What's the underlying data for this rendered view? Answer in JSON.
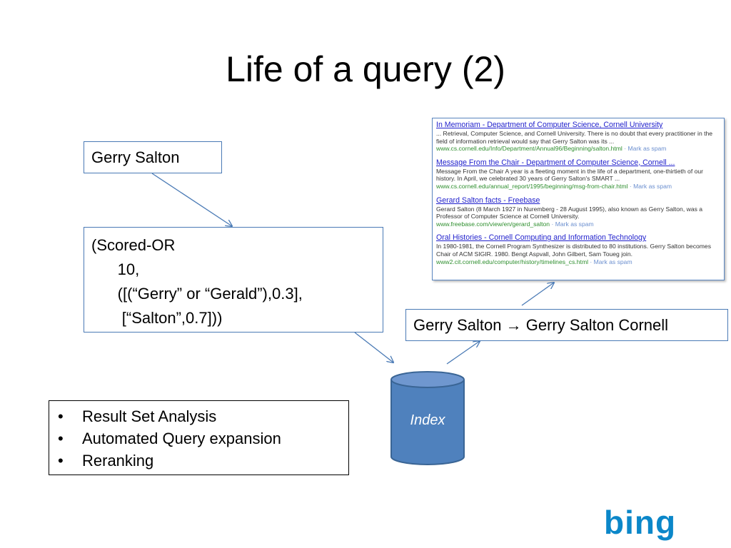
{
  "slide": {
    "title": "Life of a query (2)"
  },
  "query": {
    "text": "Gerry Salton"
  },
  "scored_or": {
    "lines": [
      "(Scored-OR",
      "      10,",
      "      ([(“Gerry” or “Gerald”),0.3],",
      "       [“Salton”,0.7]))"
    ]
  },
  "expansion": {
    "from": "Gerry Salton",
    "arrow": "→",
    "to": "Gerry Salton Cornell"
  },
  "index": {
    "label": "Index",
    "color": "#4f81bd"
  },
  "bullets": {
    "items": [
      "Result Set Analysis",
      "Automated Query expansion",
      "Reranking"
    ],
    "marker": "•"
  },
  "search_results": [
    {
      "title": "In Memoriam - Department of Computer Science, Cornell University",
      "snippet": "... Retrieval, Computer Science, and Cornell University. There is no doubt that every practitioner in the field of information retrieval would say that Gerry Salton was its ...",
      "url": "www.cs.cornell.edu/Info/Department/Annual96/Beginning/salton.html",
      "spam": " · Mark as spam"
    },
    {
      "title": "Message From the Chair - Department of Computer Science, Cornell ...",
      "snippet": "Message From the Chair A year is a fleeting moment in the life of a department, one-thirtieth of our history. In April, we celebrated 30 years of Gerry Salton's SMART ...",
      "url": "www.cs.cornell.edu/annual_report/1995/beginning/msg-from-chair.html",
      "spam": " · Mark as spam"
    },
    {
      "title": "Gerard Salton facts - Freebase",
      "snippet": "Gerard Salton (8 March 1927 in Nuremberg - 28 August 1995), also known as Gerry Salton, was a Professor of Computer Science at Cornell University.",
      "url": "www.freebase.com/view/en/gerard_salton",
      "spam": " · Mark as spam"
    },
    {
      "title": "Oral Histories - Cornell Computing and Information Technology",
      "snippet": "In 1980-1981, the Cornell Program Synthesizer is distributed to 80 institutions. Gerry Salton becomes Chair of ACM SIGIR. 1980. Bengt Aspvall, John Gilbert, Sam Toueg join.",
      "url": "www2.cit.cornell.edu/computer/history/timelines_cs.html",
      "spam": " · Mark as spam"
    }
  ],
  "logo": {
    "text": "bing",
    "color": "#0b87c9"
  },
  "colors": {
    "box_border": "#4a7ab5",
    "arrow": "#4a7ab5"
  }
}
